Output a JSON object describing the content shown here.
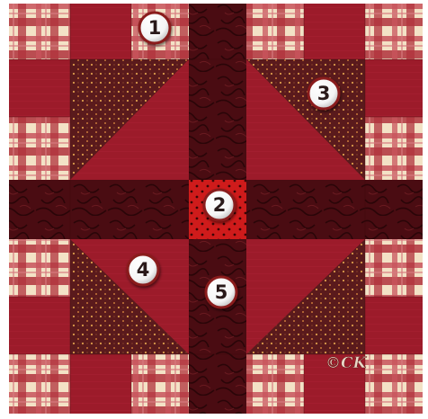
{
  "colors": {
    "background": "#ffffff",
    "block_red": "#9c1b2a",
    "dark_brown": "#4a0c12",
    "dotted_print": "#5a1a1c",
    "plaid_cream": "#f3e2c6",
    "plaid_red": "#b0323c",
    "center_red": "#cf1b1b",
    "callout_fill": "#ffffff"
  },
  "callouts": [
    {
      "label": "1"
    },
    {
      "label": "2"
    },
    {
      "label": "3"
    },
    {
      "label": "4"
    },
    {
      "label": "5"
    }
  ],
  "signature": {
    "text": "©CK"
  }
}
